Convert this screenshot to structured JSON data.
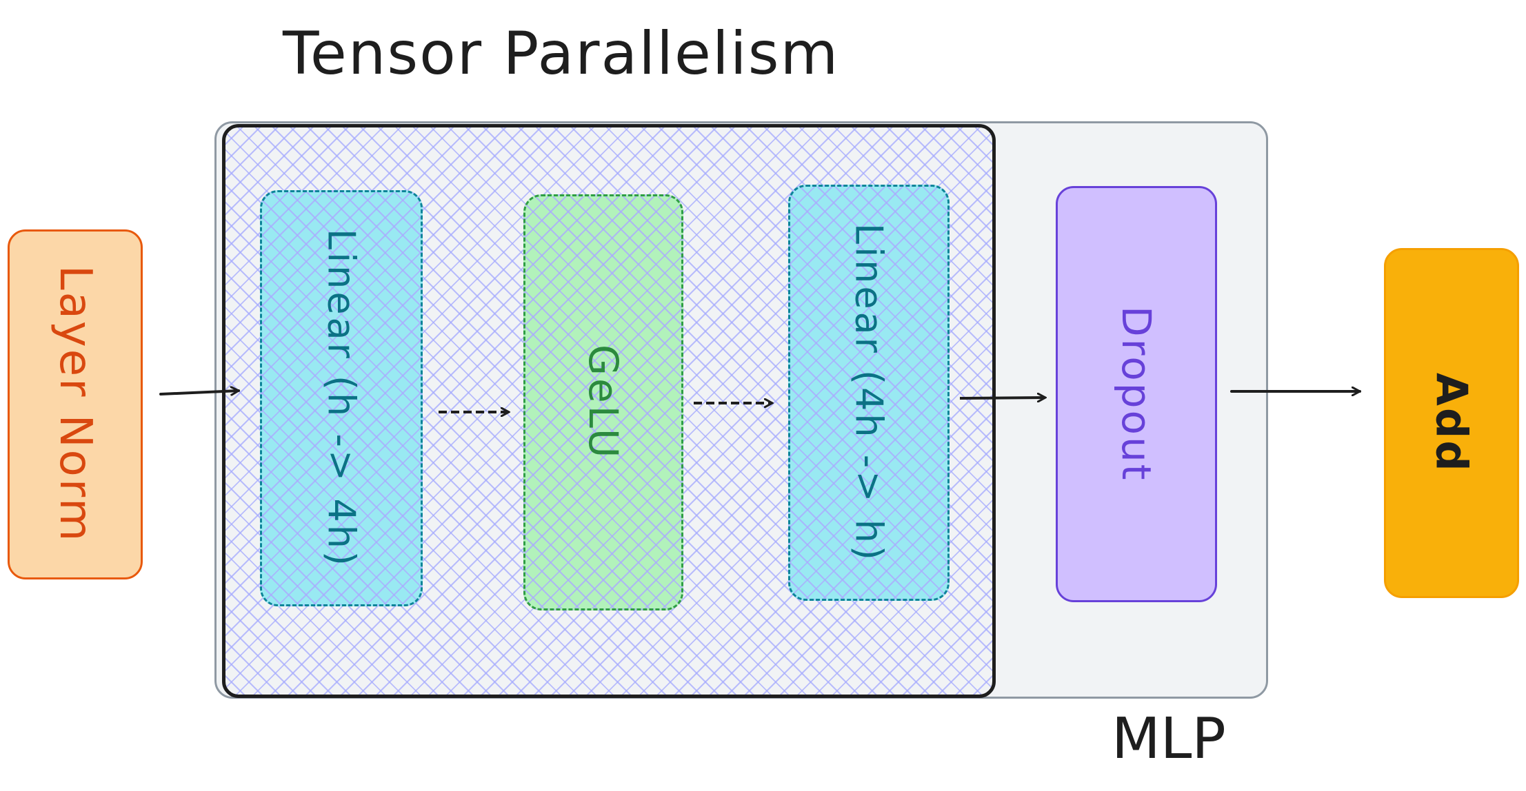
{
  "diagram": {
    "title": "Tensor Parallelism",
    "group_label": "MLP",
    "nodes": {
      "layer_norm": "Layer Norm",
      "linear_1": "Linear (h -> 4h)",
      "gelu": "GeLU",
      "linear_2": "Linear (4h -> h)",
      "dropout": "Dropout",
      "add": "Add"
    },
    "edges": [
      {
        "from": "Layer Norm",
        "to": "Linear (h -> 4h)",
        "style": "solid"
      },
      {
        "from": "Linear (h -> 4h)",
        "to": "GeLU",
        "style": "dashed"
      },
      {
        "from": "GeLU",
        "to": "Linear (4h -> h)",
        "style": "dashed"
      },
      {
        "from": "Linear (4h -> h)",
        "to": "Dropout",
        "style": "solid"
      },
      {
        "from": "Dropout",
        "to": "Add",
        "style": "solid"
      }
    ],
    "colors": {
      "layer_norm_fill": "#fcd7a8",
      "layer_norm_stroke": "#e8590c",
      "linear_fill": "#99e9f2",
      "linear_stroke": "#0c8599",
      "gelu_fill": "#b2f2bb",
      "gelu_stroke": "#2f9e44",
      "dropout_fill": "#d0bfff",
      "dropout_stroke": "#6741d9",
      "add_fill": "#f9b00a",
      "mlp_fill": "#f1f3f5",
      "tp_hatch": "#a5aaff"
    }
  }
}
